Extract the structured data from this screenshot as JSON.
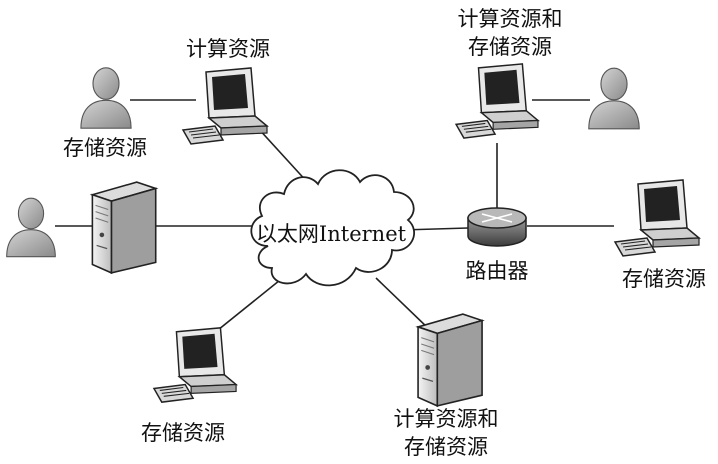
{
  "diagram": {
    "cloud_label": "以太网Internet",
    "router_label": "路由器",
    "labels": {
      "top_pc": "计算资源",
      "top_left_user": "存储资源",
      "top_right_line1": "计算资源和",
      "top_right_line2": "存储资源",
      "right_pc": "存储资源",
      "bottom_left_pc": "存储资源",
      "bottom_server_line1": "计算资源和",
      "bottom_server_line2": "存储资源"
    }
  }
}
